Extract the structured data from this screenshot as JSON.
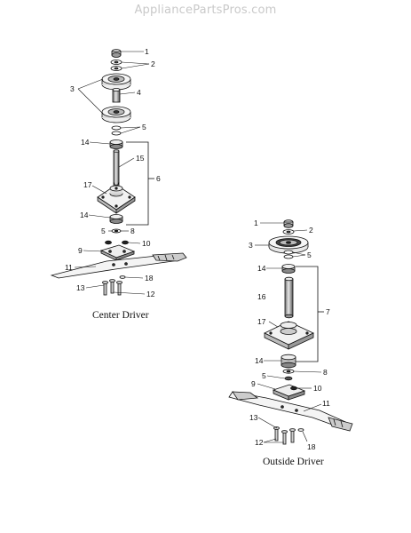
{
  "watermark": "AppliancePartsPros.com",
  "center_assembly": {
    "caption": "Center Driver",
    "callouts": [
      {
        "id": "c1",
        "label": "1"
      },
      {
        "id": "c2",
        "label": "2"
      },
      {
        "id": "c3",
        "label": "3"
      },
      {
        "id": "c4",
        "label": "4"
      },
      {
        "id": "c5",
        "label": "5"
      },
      {
        "id": "c14a",
        "label": "14"
      },
      {
        "id": "c15",
        "label": "15"
      },
      {
        "id": "c6",
        "label": "6"
      },
      {
        "id": "c17",
        "label": "17"
      },
      {
        "id": "c14b",
        "label": "14"
      },
      {
        "id": "c5b",
        "label": "5"
      },
      {
        "id": "c8",
        "label": "8"
      },
      {
        "id": "c9",
        "label": "9"
      },
      {
        "id": "c10",
        "label": "10"
      },
      {
        "id": "c11",
        "label": "11"
      },
      {
        "id": "c18",
        "label": "18"
      },
      {
        "id": "c13",
        "label": "13"
      },
      {
        "id": "c12",
        "label": "12"
      }
    ]
  },
  "outside_assembly": {
    "caption": "Outside Driver",
    "callouts": [
      {
        "id": "o1",
        "label": "1"
      },
      {
        "id": "o2",
        "label": "2"
      },
      {
        "id": "o3",
        "label": "3"
      },
      {
        "id": "o5",
        "label": "5"
      },
      {
        "id": "o14a",
        "label": "14"
      },
      {
        "id": "o16",
        "label": "16"
      },
      {
        "id": "o7",
        "label": "7"
      },
      {
        "id": "o17",
        "label": "17"
      },
      {
        "id": "o14b",
        "label": "14"
      },
      {
        "id": "o8",
        "label": "8"
      },
      {
        "id": "o5b",
        "label": "5"
      },
      {
        "id": "o9",
        "label": "9"
      },
      {
        "id": "o10",
        "label": "10"
      },
      {
        "id": "o11",
        "label": "11"
      },
      {
        "id": "o13",
        "label": "13"
      },
      {
        "id": "o12",
        "label": "12"
      },
      {
        "id": "o18",
        "label": "18"
      }
    ]
  }
}
